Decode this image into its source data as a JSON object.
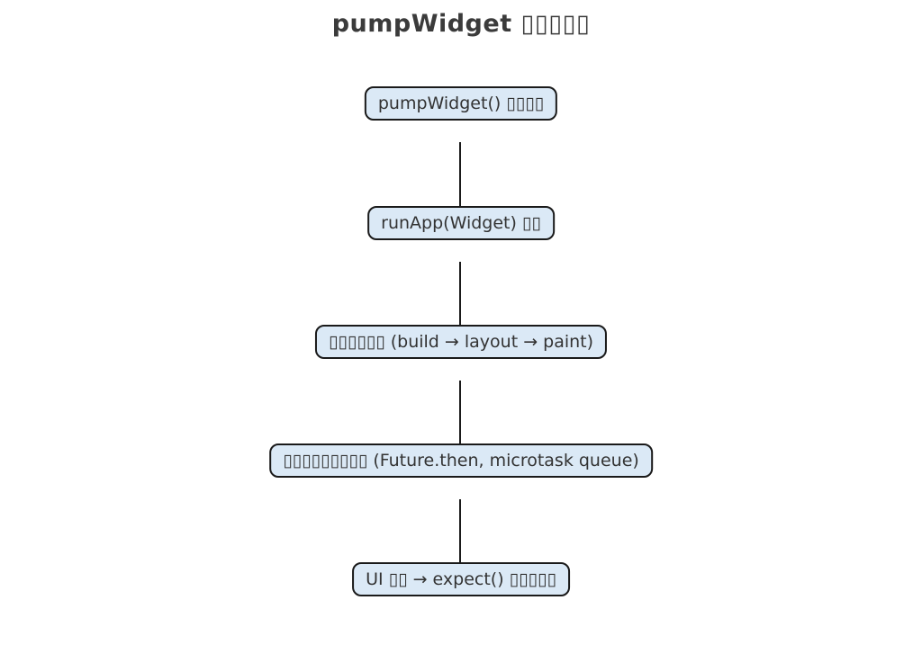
{
  "title": "pumpWidget ▯▯▯▯▯",
  "diagram": {
    "nodes": [
      {
        "label": "pumpWidget() ▯▯▯▯"
      },
      {
        "label": "runApp(Widget) ▯▯"
      },
      {
        "label": "▯▯▯▯▯▯ (build → layout → paint)"
      },
      {
        "label": "▯▯▯▯▯▯▯▯▯ (Future.then, microtask queue)"
      },
      {
        "label": "UI ▯▯ → expect() ▯▯▯▯▯"
      }
    ],
    "connector_count": 4,
    "colors": {
      "background": "#ffffff",
      "node_fill": "#dbe9f6",
      "node_border": "#1a1a1a",
      "node_text": "#333333",
      "title_text": "#3b3b3b",
      "connector": "#1a1a1a"
    }
  }
}
